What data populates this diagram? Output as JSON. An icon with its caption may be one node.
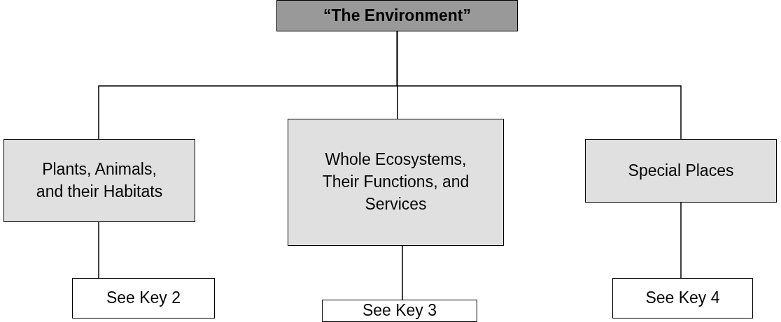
{
  "diagram": {
    "nodes": [
      {
        "text": [
          "“The Environment”"
        ]
      },
      {
        "text": [
          "Plants, Animals, and their Habitats"
        ]
      },
      {
        "text": [
          "Whole Ecosystems, Their Functions, and Services"
        ]
      },
      {
        "text": [
          "Special Places"
        ]
      },
      {
        "text": [
          "See Key 2"
        ]
      },
      {
        "text": [
          "See Key 3"
        ]
      },
      {
        "text": [
          "See Key 4"
        ]
      }
    ],
    "edges": [
      {
        "from": 0,
        "to": 1,
        "arrow": "none"
      },
      {
        "from": 0,
        "to": 2,
        "arrow": "none"
      },
      {
        "from": 0,
        "to": 3,
        "arrow": "none"
      },
      {
        "from": 1,
        "to": 4,
        "arrow": "none"
      },
      {
        "from": 2,
        "to": 5,
        "arrow": "none"
      },
      {
        "from": 3,
        "to": 6,
        "arrow": "none"
      }
    ]
  }
}
